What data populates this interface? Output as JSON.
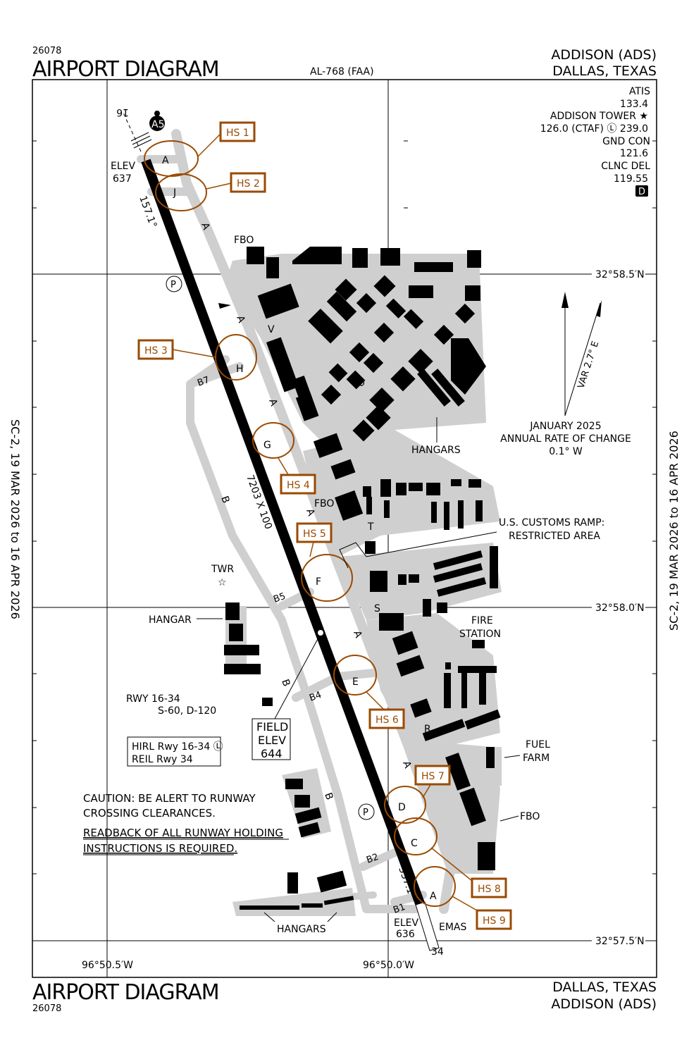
{
  "header": {
    "chart_id": "26078",
    "title": "AIRPORT DIAGRAM",
    "procedure_id": "AL-768 (FAA)",
    "airport": "ADDISON (ADS)",
    "city": "DALLAS, TEXAS"
  },
  "footer": {
    "title": "AIRPORT DIAGRAM",
    "chart_id": "26078",
    "city": "DALLAS, TEXAS",
    "airport": "ADDISON (ADS)"
  },
  "side_margin": {
    "left": "SC-2,  19 MAR 2026  to  16 APR 2026",
    "right": "SC-2,  19 MAR 2026  to  16 APR 2026"
  },
  "frequencies": [
    "ATIS",
    "133.4",
    "ADDISON TOWER ★",
    "126.0 (CTAF) Ⓛ 239.0",
    "GND CON",
    "121.6",
    "CLNC DEL",
    "119.55"
  ],
  "d_badge": "D",
  "coordinates": {
    "lat1": "32°58.5′N",
    "lat2": "32°58.0′N",
    "lat3": "32°57.5′N",
    "lon1": "96°50.5′W",
    "lon2": "96°50.0′W"
  },
  "runway": {
    "end_north": "16",
    "end_south": "34",
    "heading_north": "157.1°",
    "heading_south": "337.1°",
    "dimensions": "7203 X 100",
    "elev_north_label": "ELEV",
    "elev_north": "637",
    "elev_south_label": "ELEV",
    "elev_south": "636",
    "emas": "EMAS",
    "info": [
      "RWY 16-34",
      "S-60, D-120"
    ]
  },
  "field_elev": [
    "FIELD",
    "ELEV",
    "644"
  ],
  "lighting": [
    "HIRL Rwy 16-34 Ⓛ",
    "REIL Rwy 34"
  ],
  "magnetic": {
    "var": "VAR 2.7° E",
    "note": [
      "JANUARY 2025",
      "ANNUAL RATE OF CHANGE",
      "0.1° W"
    ]
  },
  "hotspots": [
    "HS 1",
    "HS 2",
    "HS 3",
    "HS 4",
    "HS 5",
    "HS 6",
    "HS 7",
    "HS 8",
    "HS 9"
  ],
  "taxiways": {
    "A": "A",
    "B": "B",
    "B1": "B1",
    "B2": "B2",
    "B4": "B4",
    "B5": "B5",
    "B7": "B7",
    "C": "C",
    "D": "D",
    "E": "E",
    "F": "F",
    "G": "G",
    "H": "H",
    "J": "J",
    "R": "R",
    "S": "S",
    "T": "T",
    "U": "U",
    "V": "V"
  },
  "labels": {
    "fbo": "FBO",
    "hangars": "HANGARS",
    "hangar": "HANGAR",
    "twr": "TWR",
    "customs": [
      "U.S. CUSTOMS RAMP:",
      "RESTRICTED AREA"
    ],
    "fire": [
      "FIRE",
      "STATION"
    ],
    "fuel": [
      "FUEL",
      "FARM"
    ],
    "a5": "A5",
    "p": "P"
  },
  "caution": [
    "CAUTION: BE ALERT TO RUNWAY",
    "CROSSING CLEARANCES."
  ],
  "readback": [
    "READBACK OF ALL RUNWAY HOLDING",
    "INSTRUCTIONS IS REQUIRED."
  ]
}
